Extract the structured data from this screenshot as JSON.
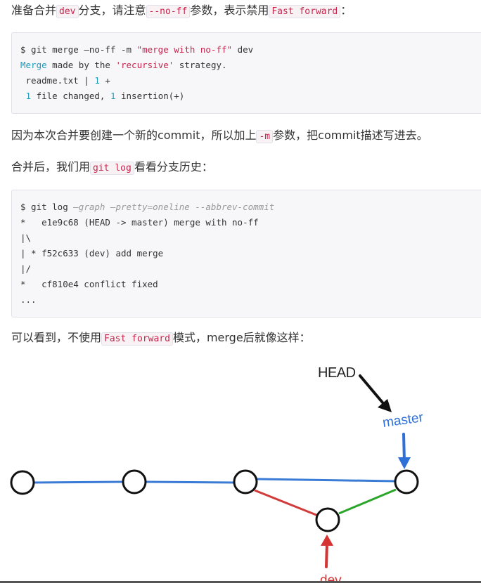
{
  "para1": {
    "t1": "准备合并",
    "c1": "dev",
    "t2": "分支，请注意",
    "c2": "--no-ff",
    "t3": "参数，表示禁用",
    "c3": "Fast forward",
    "t4": "："
  },
  "code1": {
    "l1_prompt": "$ git merge ",
    "l1_rest": "—no-ff -m ",
    "l1_str": "\"merge with no-ff\"",
    "l1_tail": " dev",
    "l2_kw": "Merge",
    "l2_a": " made by the ",
    "l2_str": "'recursive'",
    "l2_b": " strategy.",
    "l3_a": " readme.txt | ",
    "l3_num": "1",
    "l3_b": " +",
    "l4_pre": " ",
    "l4_n1": "1",
    "l4_a": " file changed, ",
    "l4_n2": "1",
    "l4_b": " insertion(+)"
  },
  "para2": {
    "t1": "因为本次合并要创建一个新的commit，所以加上",
    "c1": "-m",
    "t2": "参数，把commit描述写进去。"
  },
  "para3": {
    "t1": "合并后，我们用",
    "c1": "git log",
    "t2": "看看分支历史："
  },
  "code2": {
    "l1_cmd": "$ git log ",
    "l1_opts": "—graph —pretty=oneline --abbrev-commit",
    "l2": "*   e1e9c68 (HEAD -> master) merge with no-ff",
    "l3": "|\\",
    "l4": "| * f52c633 (dev) add merge",
    "l5": "|/",
    "l6": "*   cf810e4 conflict fixed",
    "l7": "..."
  },
  "para4": {
    "t1": "可以看到，不使用",
    "c1": "Fast forward",
    "t2": "模式，merge后就像这样："
  },
  "diagram": {
    "head_label": "HEAD",
    "master_label": "master",
    "dev_label": "dev",
    "colors": {
      "main_line": "#3a7bd5",
      "dev_in": "#d33a3a",
      "dev_out": "#2aa52a",
      "pointer_master": "#2f6fd8",
      "pointer_dev": "#d63333",
      "node": "#111111"
    }
  }
}
